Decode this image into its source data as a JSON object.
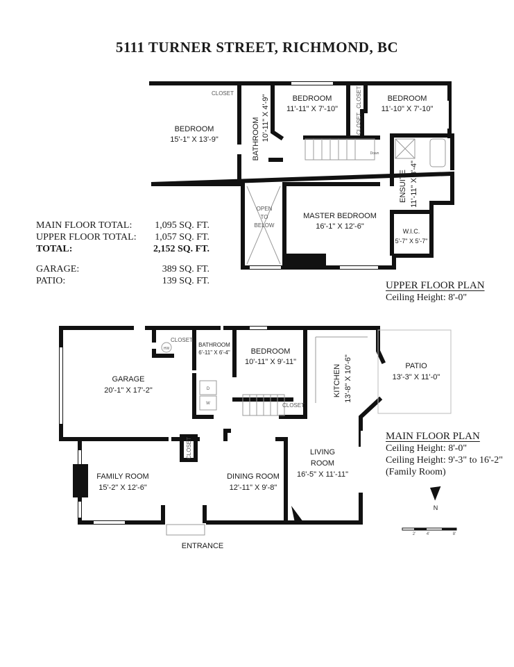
{
  "title": "5111 TURNER STREET, RICHMOND, BC",
  "totals": [
    {
      "label": "MAIN FLOOR TOTAL:",
      "value": "1,095 SQ. FT.",
      "bold": false
    },
    {
      "label": "UPPER FLOOR TOTAL:",
      "value": "1,057 SQ. FT.",
      "bold": false
    },
    {
      "label": "TOTAL:",
      "value": "2,152 SQ. FT.",
      "bold": true
    },
    {
      "label": "GARAGE:",
      "value": "389 SQ. FT.",
      "bold": false
    },
    {
      "label": "PATIO:",
      "value": "139 SQ. FT.",
      "bold": false
    }
  ],
  "upper_floor": {
    "heading": "UPPER FLOOR PLAN",
    "ceiling": "Ceiling Height: 8'-0\"",
    "rooms": {
      "bedroom1": {
        "name": "BEDROOM",
        "size": "15'-1\" X 13'-9\""
      },
      "closet1": "CLOSET",
      "bathroom": {
        "name": "BATHROOM",
        "size": "10'-11\" X 4'-9\""
      },
      "bedroom2": {
        "name": "BEDROOM",
        "size": "11'-11\" X 7'-10\""
      },
      "closet2": "CLOSET",
      "closet3": "CLOSET",
      "bedroom3": {
        "name": "BEDROOM",
        "size": "11'-10\" X 7'-10\""
      },
      "ensuite": {
        "name": "ENSUITE",
        "size": "11'-11\" X 8'-4\""
      },
      "open_below": [
        "OPEN",
        "TO",
        "BELOW"
      ],
      "master": {
        "name": "MASTER BEDROOM",
        "size": "16'-1\" X 12'-6\""
      },
      "wic": {
        "name": "W.I.C.",
        "size": "5'-7\" X 5'-7\""
      },
      "stair_note": "Down"
    }
  },
  "main_floor": {
    "heading": "MAIN FLOOR PLAN",
    "ceiling1": "Ceiling Height: 8'-0\"",
    "ceiling2": "Ceiling Height: 9'-3\" to 16'-2\"",
    "ceiling2_note": "(Family Room)",
    "rooms": {
      "garage": {
        "name": "GARAGE",
        "size": "20'-1\" X 17'-2\""
      },
      "closet1": "CLOSET",
      "hw": "HW",
      "bathroom": {
        "name": "BATHROOM",
        "size": "6'-11\" X 6'-4\""
      },
      "bedroom": {
        "name": "BEDROOM",
        "size": "10'-11\" X 9'-11\""
      },
      "closet2": "CLOSET",
      "kitchen": {
        "name": "KITCHEN",
        "size": "13'-8\" X 10'-6\""
      },
      "patio": {
        "name": "PATIO",
        "size": "13'-3\" X 11'-0\""
      },
      "closet3": "CLOSET",
      "family": {
        "name": "FAMILY ROOM",
        "size": "15'-2\" X 12'-6\""
      },
      "dining": {
        "name": "DINING ROOM",
        "size": "12'-11\" X 9'-8\""
      },
      "living": {
        "name": "LIVING",
        "living2": "ROOM",
        "size": "16'-5\" X 11'-11\""
      },
      "entrance": "ENTRANCE",
      "dryer": "D",
      "washer": "W"
    }
  },
  "compass": {
    "label": "N"
  },
  "scale": {
    "ticks": [
      "2'",
      "4'",
      "8'"
    ]
  }
}
